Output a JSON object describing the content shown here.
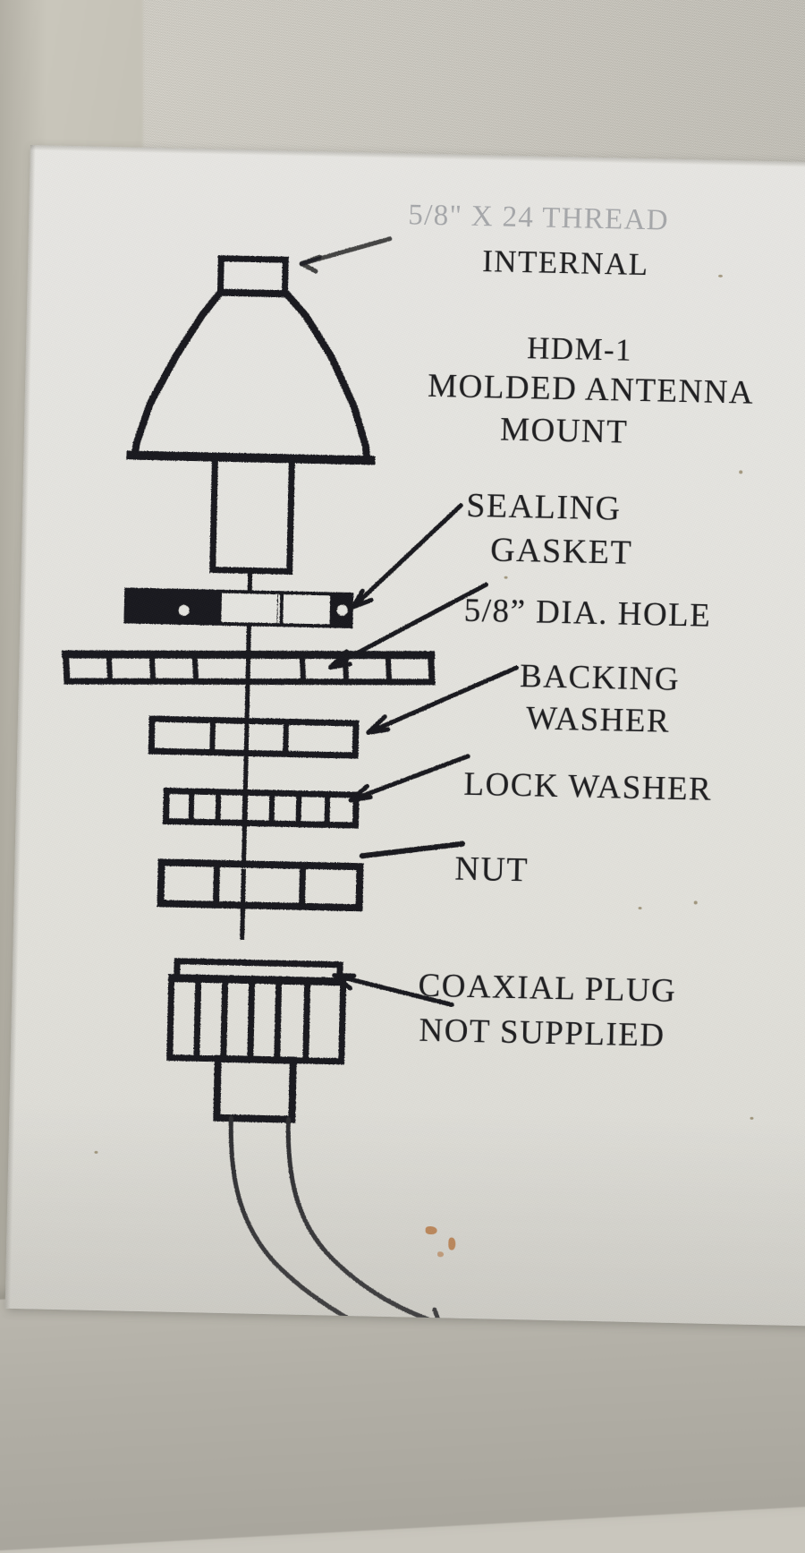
{
  "document": {
    "kind": "instruction-sheet-photo",
    "subject": "HDM-1 Molded Antenna Mount exploded assembly diagram"
  },
  "labels": {
    "thread": "5/8\" X 24 THREAD",
    "internal": "INTERNAL",
    "model": "HDM-1",
    "product_line1": "MOLDED ANTENNA",
    "product_line2": "MOUNT",
    "gasket_line1": "SEALING",
    "gasket_line2": "GASKET",
    "hole": "5/8” DIA. HOLE",
    "backing_line1": "BACKING",
    "backing_line2": "WASHER",
    "lock_washer": "LOCK WASHER",
    "nut": "NUT",
    "coax_line1": "COAXIAL PLUG",
    "coax_line2": "NOT SUPPLIED"
  },
  "parts": [
    {
      "name": "threaded-stud",
      "label_ref": "thread"
    },
    {
      "name": "molded-mount-dome",
      "label_ref": "model"
    },
    {
      "name": "sealing-gasket",
      "label_ref": "gasket_line1"
    },
    {
      "name": "mounting-surface-hole",
      "label_ref": "hole"
    },
    {
      "name": "backing-washer",
      "label_ref": "backing_line1"
    },
    {
      "name": "flat-washer",
      "label_ref": "backing_line2"
    },
    {
      "name": "lock-washer",
      "label_ref": "lock_washer"
    },
    {
      "name": "hex-nut",
      "label_ref": "nut"
    },
    {
      "name": "coaxial-plug",
      "label_ref": "coax_line1"
    },
    {
      "name": "coaxial-cable",
      "label_ref": "coax_line2"
    }
  ],
  "colors": {
    "ink": "#1d1d1f",
    "paper": "#e7e6e1",
    "backdrop": "#c5c2b9",
    "faded_ink": "#8e9096",
    "rust_spot": "#b5682a"
  }
}
